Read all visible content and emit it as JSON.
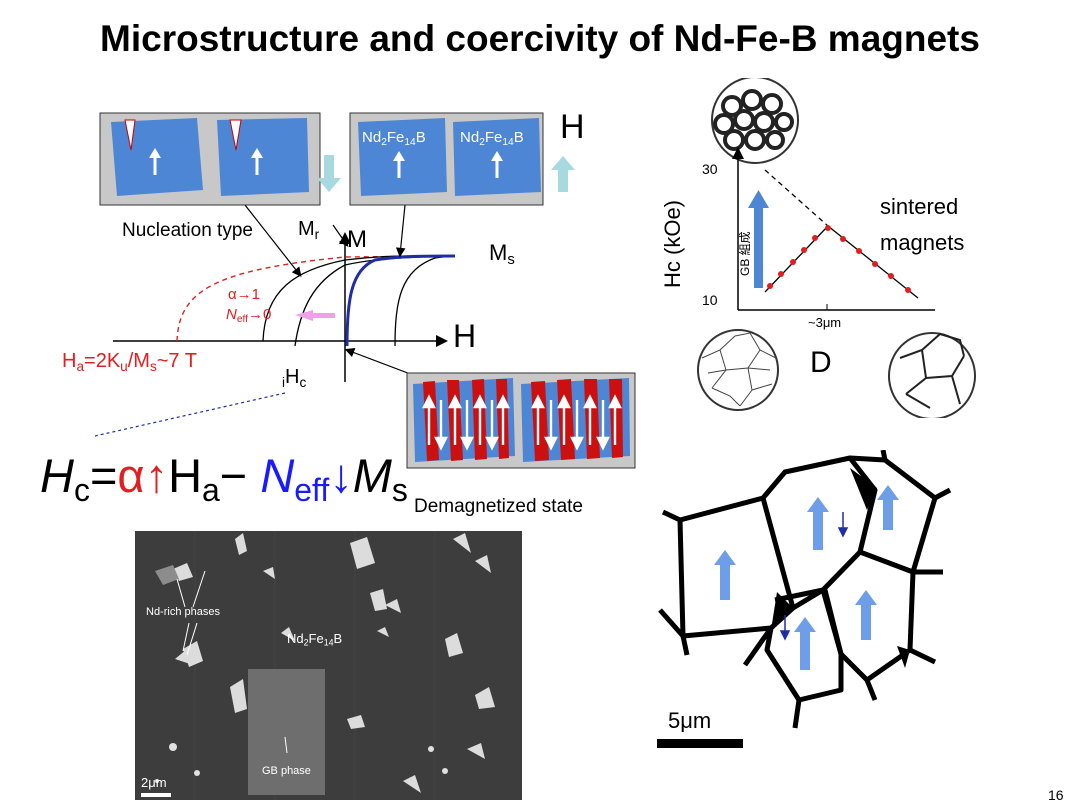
{
  "slide": {
    "title": "Microstructure and coercivity of Nd-Fe-B magnets",
    "page_number": "16"
  },
  "hysteresis": {
    "grain_label": "Nd",
    "grain_sub1": "2",
    "grain_mid": "Fe",
    "grain_sub2": "14",
    "grain_end": "B",
    "h_top": "H",
    "nucleation_label": "Nucleation type",
    "mr_base": "M",
    "mr_sub": "r",
    "m_axis": "M",
    "ms_base": "M",
    "ms_sub": "s",
    "h_axis": "H",
    "alpha_label": "α→1",
    "neff_base": "N",
    "neff_sub": "eff",
    "neff_arrow": "→0",
    "ha_eq": "H",
    "ha_a": "a",
    "ha_mid": "=2K",
    "ha_u": "u",
    "ha_slash": "/M",
    "ha_s": "s",
    "ha_tail": "~7 T",
    "ihc_pre": "i",
    "ihc_base": "H",
    "ihc_sub": "c",
    "demag_label": "Demagnetized state"
  },
  "formula": {
    "h": "H",
    "c": "c",
    "eq": "=",
    "alpha": "α↑",
    "ha": "H",
    "a": "a",
    "minus": "− ",
    "n": "N",
    "eff": "eff",
    "down": "↓",
    "m": "M",
    "s": "s"
  },
  "hc_plot": {
    "ylabel": "Hc (kOe)",
    "y_tick_top": "30",
    "y_tick_bottom": "10",
    "x_tick": "~3μm",
    "gb_label": "GB 組成",
    "sintered1": "sintered",
    "sintered2": "magnets",
    "xlabel": "D"
  },
  "sem_image": {
    "nd_rich": "Nd-rich phases",
    "phase_base": "Nd",
    "phase_sub1": "2",
    "phase_mid": "Fe",
    "phase_sub2": "14",
    "phase_end": "B",
    "gb_phase": "GB phase",
    "scale": "2μm"
  },
  "grain_diagram": {
    "scale": "5μm"
  },
  "colors": {
    "grain_blue": "#4d86d4",
    "red": "#e02020",
    "dark_blue": "#1f2ea8",
    "formula_blue": "#1a1aff",
    "light_arrow": "#a8d8e0",
    "arrow_blue": "#6f9ee8"
  }
}
